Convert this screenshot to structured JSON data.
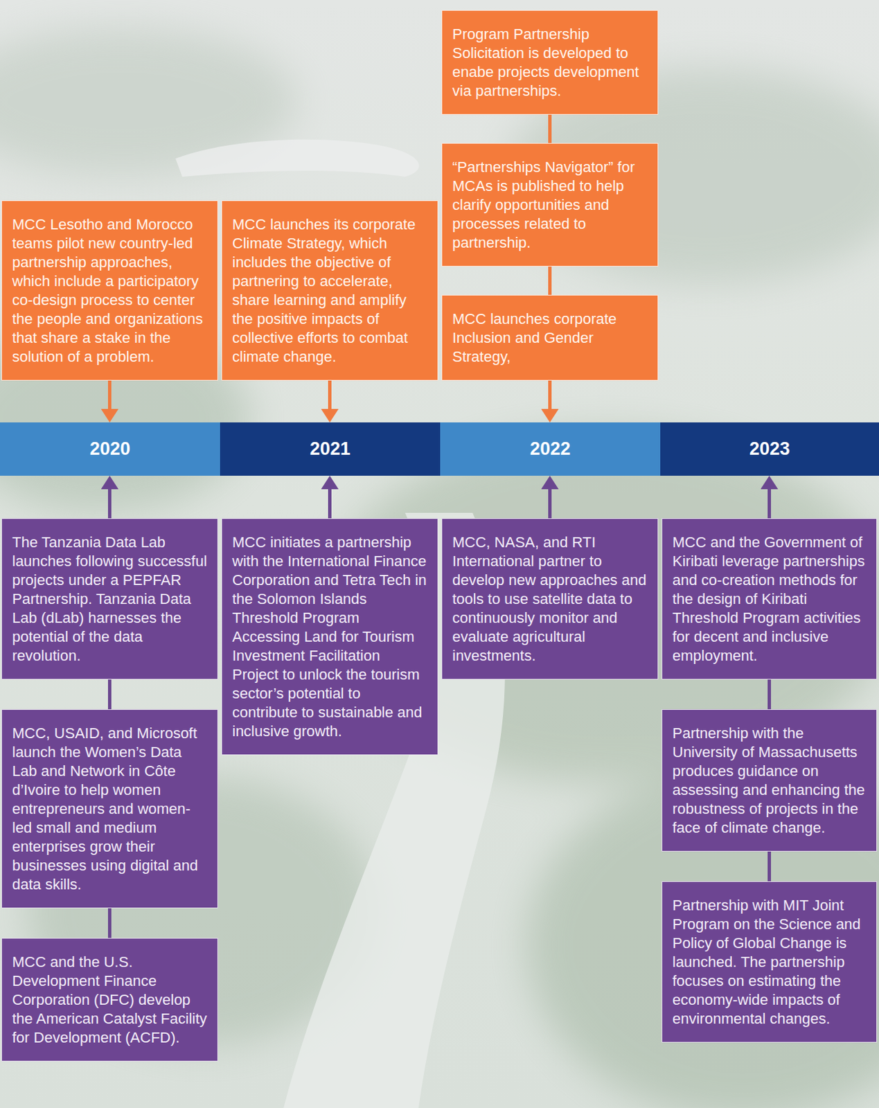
{
  "diagram": {
    "nodes": [
      {
        "text": [
          "MCC Lesotho and Morocco teams pilot new country-led partnership approaches, which include a participatory co-design process to center the people and organizations that share a stake in the solution of a problem."
        ]
      },
      {
        "text": [
          "MCC launches its corporate Climate Strategy, which includes the objective of partnering to accelerate, share learning and amplify the positive impacts of collective efforts to combat climate change."
        ]
      },
      {
        "text": [
          "Program Partnership Solicitation is developed to enabe projects development via partnerships."
        ]
      },
      {
        "text": [
          "“Partnerships Navigator” for MCAs is published to help clarify opportunities and processes related to partnership."
        ]
      },
      {
        "text": [
          "MCC launches corporate Inclusion and Gender Strategy,"
        ]
      },
      {
        "text": [
          "2020"
        ]
      },
      {
        "text": [
          "2021"
        ]
      },
      {
        "text": [
          "2022"
        ]
      },
      {
        "text": [
          "2023"
        ]
      },
      {
        "text": [
          "The Tanzania Data Lab launches following successful projects under a PEPFAR Partnership. Tanzania Data Lab (dLab) harnesses the potential of the data revolution."
        ]
      },
      {
        "text": [
          "MCC, USAID, and Microsoft launch the Women’s Data Lab and Network in Côte d’Ivoire to help women entrepreneurs and women-led small and medium enterprises grow their businesses using digital and data skills."
        ]
      },
      {
        "text": [
          "MCC and the U.S. Development Finance Corporation (DFC) develop the American Catalyst Facility for Development (ACFD)."
        ]
      },
      {
        "text": [
          "MCC initiates a partnership with the International Finance Corporation and Tetra Tech in the Solomon Islands Threshold Program Accessing Land for Tourism Investment Facilitation Project to unlock the tourism sector’s potential to contribute to sustainable and inclusive growth."
        ]
      },
      {
        "text": [
          "MCC, NASA, and RTI International partner to develop new approaches and tools to use satellite data to continuously monitor and evaluate agricultural investments."
        ]
      },
      {
        "text": [
          "MCC and the Government of Kiribati leverage partnerships and co-creation methods for the design of Kiribati Threshold Program activities for decent and inclusive employment."
        ]
      },
      {
        "text": [
          "Partnership with the University of Massachusetts produces guidance on assessing and enhancing the robustness of projects in the face of climate change."
        ]
      },
      {
        "text": [
          "Partnership with MIT Joint Program on the Science and Policy of Global Change is launched. The partnership focuses on estimating the economy-wide impacts of environmental changes."
        ]
      }
    ],
    "edges": [
      {
        "from": 0,
        "to": 5,
        "arrow": "to"
      },
      {
        "from": 1,
        "to": 6,
        "arrow": "to"
      },
      {
        "from": 2,
        "to": 3,
        "arrow": "none"
      },
      {
        "from": 3,
        "to": 4,
        "arrow": "none"
      },
      {
        "from": 4,
        "to": 7,
        "arrow": "to"
      },
      {
        "from": 9,
        "to": 5,
        "arrow": "to"
      },
      {
        "from": 9,
        "to": 10,
        "arrow": "none"
      },
      {
        "from": 10,
        "to": 11,
        "arrow": "none"
      },
      {
        "from": 12,
        "to": 6,
        "arrow": "to"
      },
      {
        "from": 13,
        "to": 7,
        "arrow": "to"
      },
      {
        "from": 14,
        "to": 8,
        "arrow": "to"
      },
      {
        "from": 14,
        "to": 15,
        "arrow": "none"
      },
      {
        "from": 15,
        "to": 16,
        "arrow": "none"
      }
    ]
  }
}
